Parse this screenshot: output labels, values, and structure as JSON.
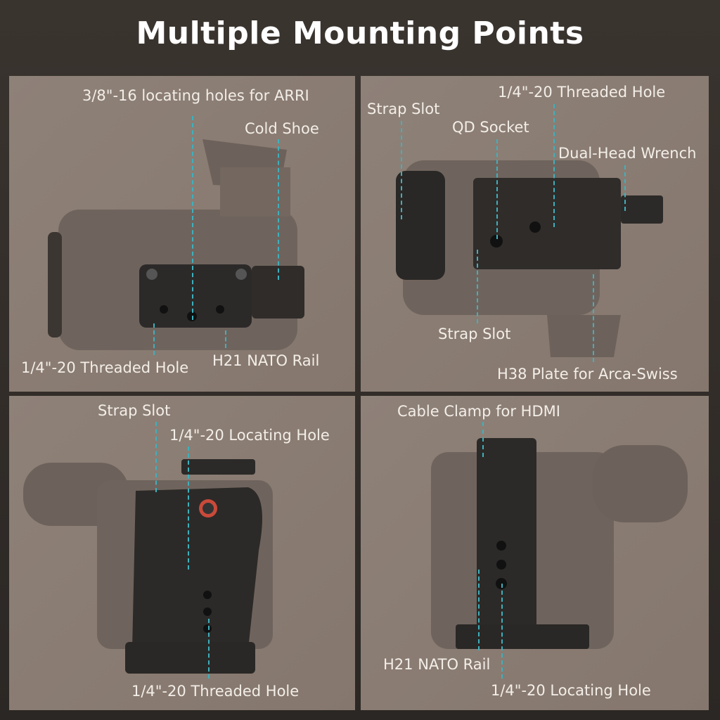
{
  "title": "Multiple Mounting Points",
  "colors": {
    "background": "#2e2a27",
    "panel": "#8a7d73",
    "callout_line": "#3fb0bd",
    "text": "#f3eee8"
  },
  "panels": [
    {
      "labels": [
        "3/8\"-16 locating holes for ARRI",
        "Cold Shoe",
        "1/4\"-20 Threaded Hole",
        "H21 NATO Rail"
      ]
    },
    {
      "labels": [
        "1/4\"-20 Threaded Hole",
        "Strap Slot",
        "QD Socket",
        "Dual-Head Wrench",
        "Strap Slot",
        "H38 Plate for Arca-Swiss"
      ]
    },
    {
      "labels": [
        "Strap Slot",
        "1/4\"-20 Locating Hole",
        "1/4\"-20 Threaded Hole"
      ]
    },
    {
      "labels": [
        "Cable Clamp for HDMI",
        "H21 NATO Rail",
        "1/4\"-20 Locating Hole"
      ]
    }
  ]
}
